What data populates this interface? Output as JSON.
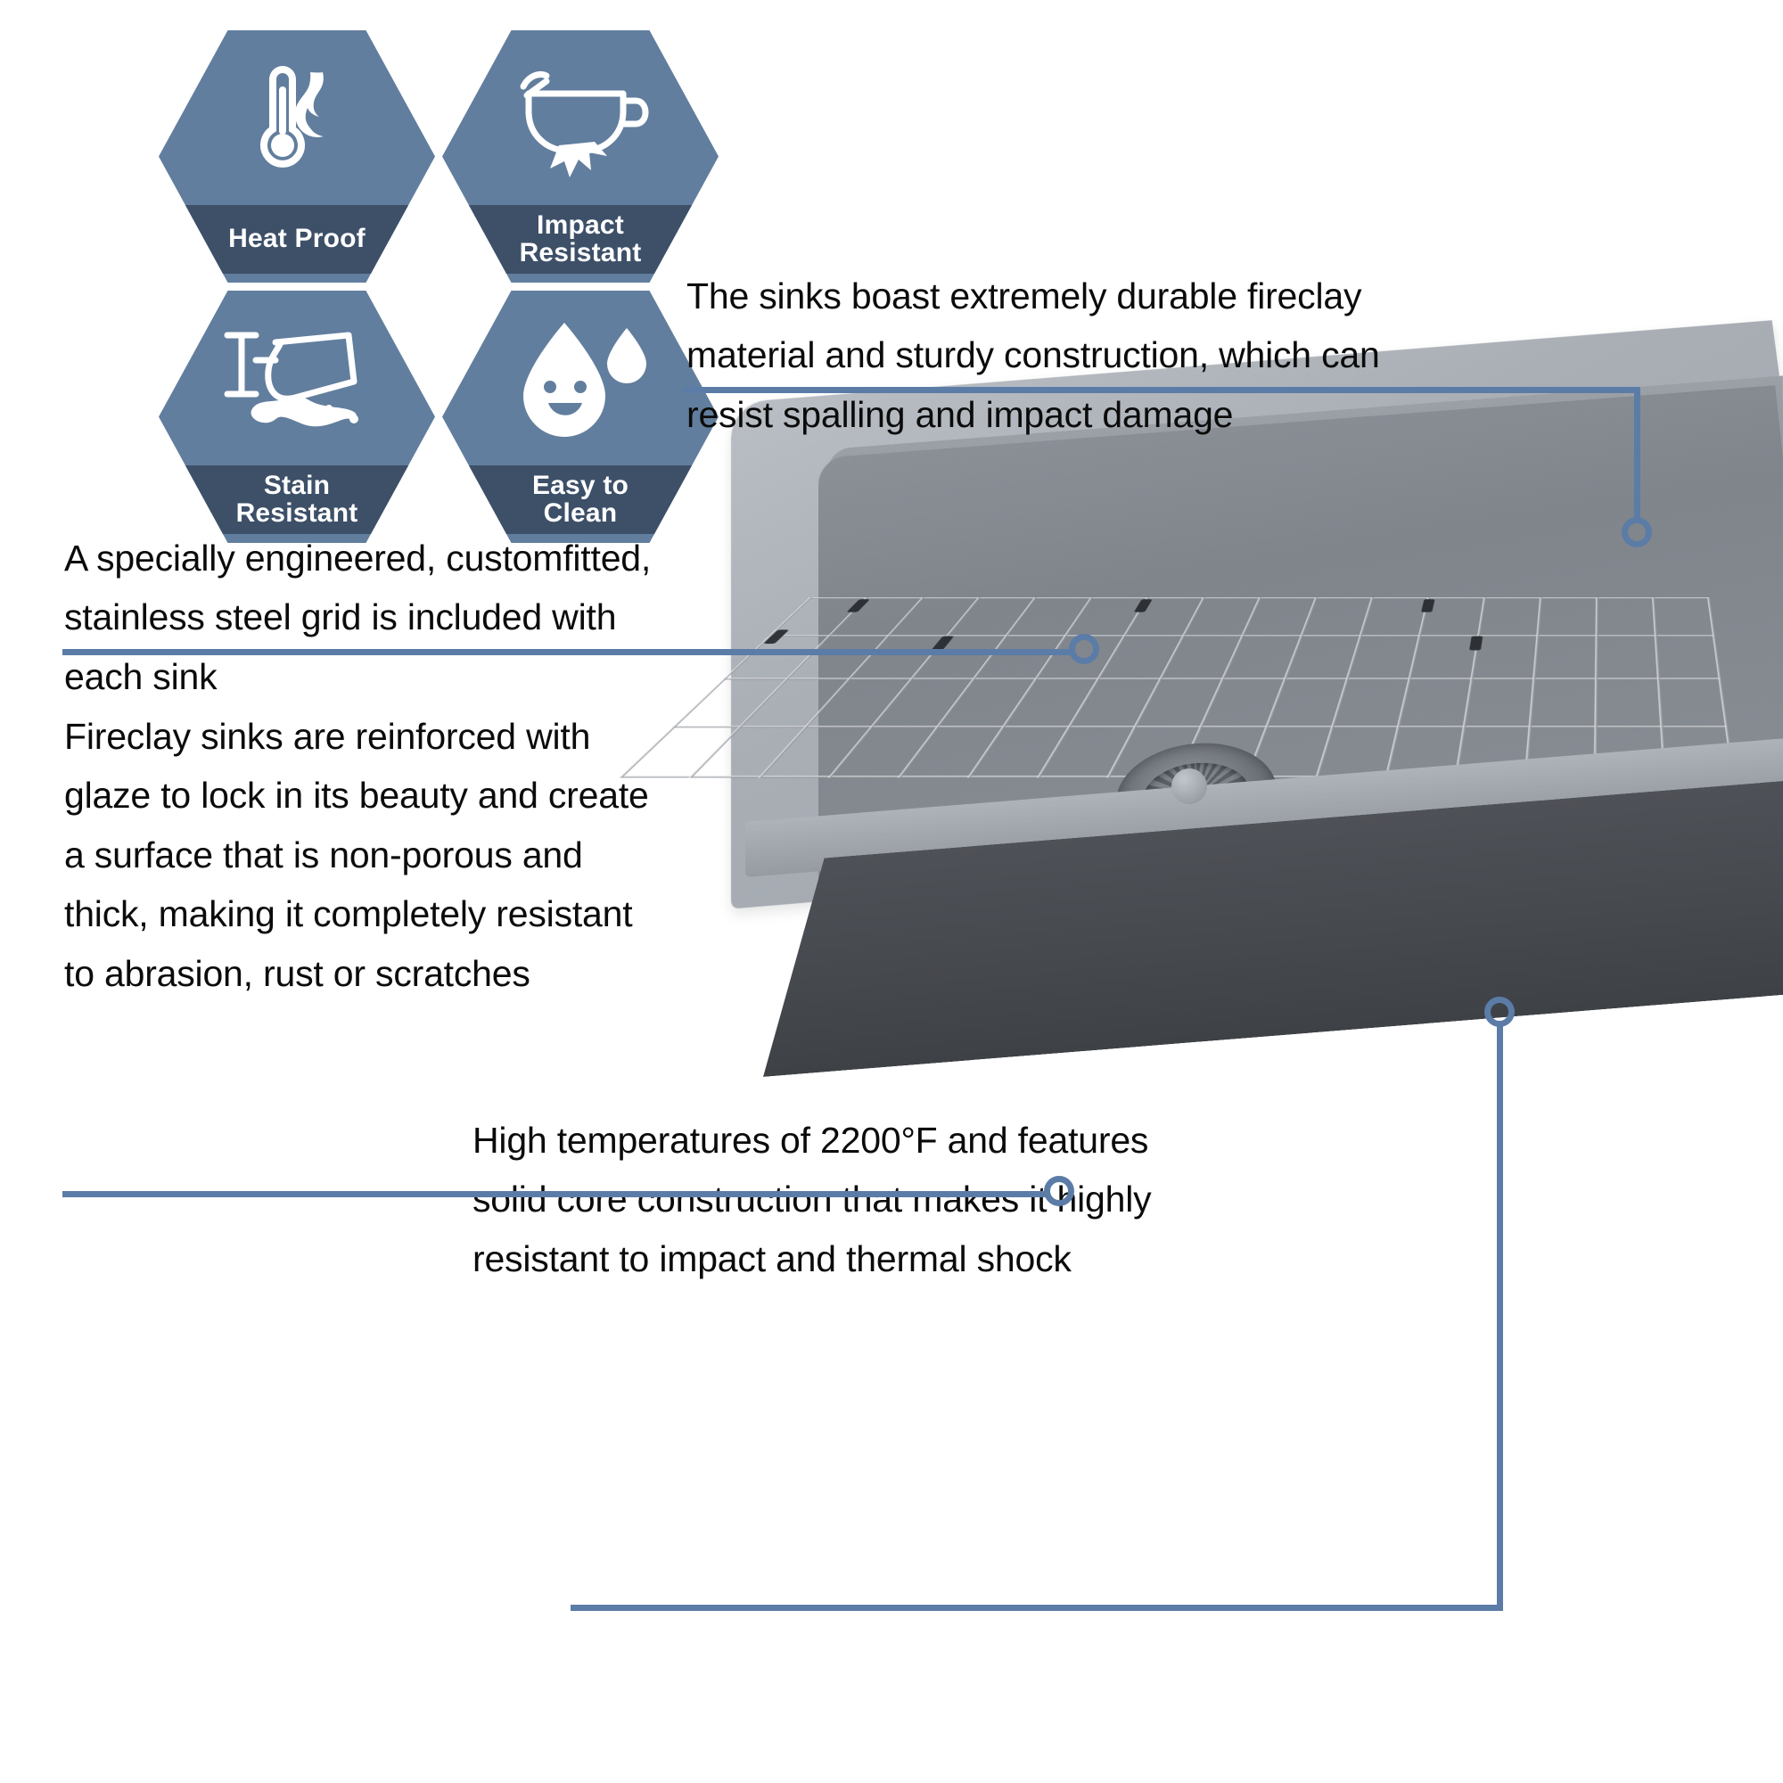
{
  "badges": [
    {
      "id": "heat-proof",
      "label": "Heat Proof",
      "icon": "thermometer-flame-icon"
    },
    {
      "id": "impact-resistant",
      "label": "Impact\nResistant",
      "icon": "pot-impact-icon"
    },
    {
      "id": "stain-resistant",
      "label": "Stain\nResistant",
      "icon": "spilled-wine-glass-icon"
    },
    {
      "id": "easy-to-clean",
      "label": "Easy to\nClean",
      "icon": "smiling-water-drop-icon"
    }
  ],
  "callouts": {
    "durability": "The sinks boast extremely durable fireclay material and sturdy construction, which can resist spalling and impact damage",
    "grid": "A specially engineered, customfitted, stainless steel grid is included with each sink",
    "glaze": "Fireclay sinks are reinforced with glaze to lock in its beauty and create a surface that is non-porous and thick, making it completely resistant to abrasion, rust or scratches",
    "temperature": "High temperatures of 2200°F and features solid core construction that makes it highly resistant to impact and thermal shock"
  },
  "colors": {
    "badge_fill": "#627e9e",
    "badge_band": "#3d5068",
    "leader_line": "#5b7ca6",
    "text": "#0b0b0b",
    "background": "#ffffff"
  },
  "product": {
    "name": "fireclay-kitchen-sink",
    "parts": [
      "sink-rim",
      "sink-basin",
      "stainless-steel-grid",
      "basket-strainer-drain"
    ]
  }
}
